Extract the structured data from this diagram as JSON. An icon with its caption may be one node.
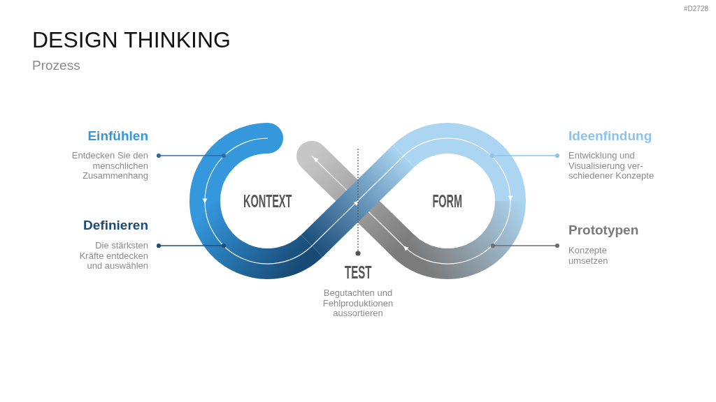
{
  "diagram": {
    "title": "DESIGN THINKING",
    "nodes": [
      {
        "text": [
          "Einfühlen",
          "Entdecken Sie den menschlichen Zusammenhang"
        ]
      },
      {
        "text": [
          "Ideenfindung",
          "Entwicklung und Visualisierung ver- schiedener Konzepte"
        ]
      },
      {
        "text": [
          "Definieren",
          "Die stärksten Kräfte entdecken und auswählen"
        ]
      },
      {
        "text": [
          "Prototypen",
          "Konzepte umsetzen"
        ]
      },
      {
        "text": [
          "TEST",
          "Begutachten und Fehlproduktionen aussortieren"
        ]
      }
    ],
    "edges": [
      {
        "from": 0,
        "to": null,
        "arrow": "other",
        "color": "#2e6da4"
      },
      {
        "from": 1,
        "to": null,
        "arrow": "other",
        "color": "#8cc4ec"
      },
      {
        "from": 2,
        "to": null,
        "arrow": "other",
        "color": "#1d4e7a"
      },
      {
        "from": 3,
        "to": null,
        "arrow": "other",
        "color": "#6e6e6e"
      },
      {
        "from": 4,
        "to": null,
        "arrow": "other",
        "style": "dashed",
        "color": "#555555"
      }
    ],
    "labels": [
      "#D2728",
      "Prozess",
      "KONTEXT",
      "FORM"
    ]
  }
}
